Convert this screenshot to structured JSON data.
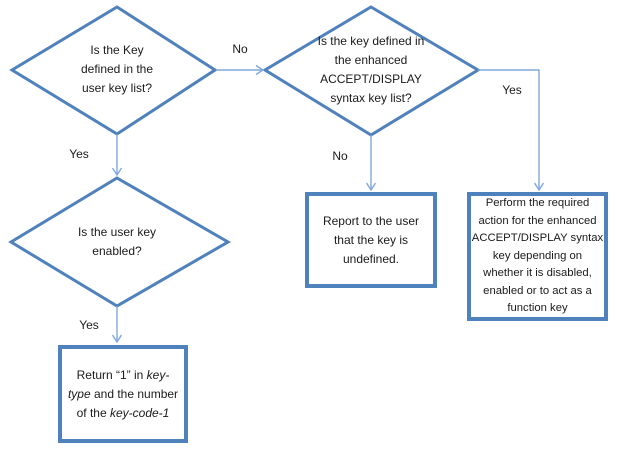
{
  "palette": {
    "shape_stroke": "#4F81BD",
    "connector_stroke": "#7FA8DC",
    "text_color": "#1a1a1a",
    "background": "#ffffff"
  },
  "nodes": {
    "decision_user_key": {
      "text": "Is the Key\ndefined in the\nuser key list?"
    },
    "decision_enhanced": {
      "text": "Is the key defined in\nthe enhanced\nACCEPT/DISPLAY\nsyntax key list?"
    },
    "decision_enabled": {
      "text": "Is the user key\nenabled?"
    },
    "report_undefined": {
      "text": "Report to the user\nthat the key is\nundefined."
    },
    "perform_action": {
      "text": "Perform the required\naction for the enhanced\nACCEPT/DISPLAY syntax\nkey depending on\nwhether it is disabled,\nenabled or to act as a\nfunction key"
    },
    "return_key_type": {
      "l1a": "Return “1” in ",
      "l1b": "key-",
      "l2a": "type",
      "l2b": " and the number",
      "l3a": "of the ",
      "l3b": "key-code-1"
    }
  },
  "labels": {
    "no_to_enhanced": "No",
    "yes_from_user_key": "Yes",
    "no_from_enhanced": "No",
    "yes_from_enhanced": "Yes",
    "yes_from_enabled": "Yes"
  }
}
